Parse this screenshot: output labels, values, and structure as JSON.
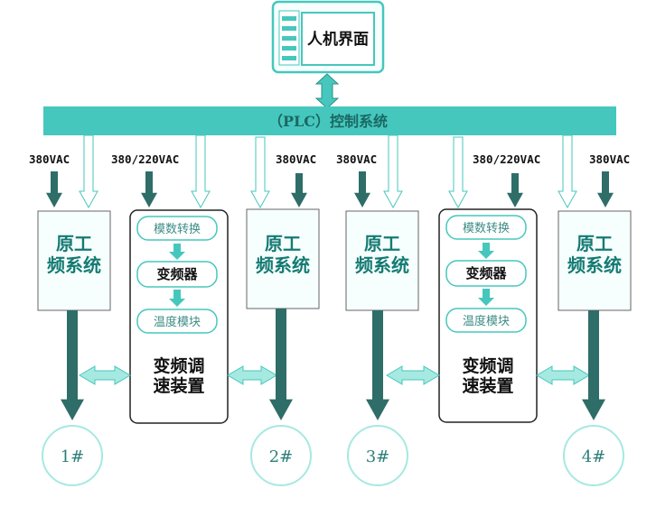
{
  "hmi": {
    "label": "人机界面"
  },
  "plc": {
    "label": "（PLC）控制系统"
  },
  "voltages": {
    "v380": "380VAC",
    "v380_220": "380/220VAC"
  },
  "power_boxes": [
    {
      "line1": "原工",
      "line2": "频系统"
    },
    {
      "line1": "原工",
      "line2": "频系统"
    },
    {
      "line1": "原工",
      "line2": "频系统"
    },
    {
      "line1": "原工",
      "line2": "频系统"
    }
  ],
  "vfd_units": [
    {
      "module_ad": "模数转换",
      "module_inverter": "变频器",
      "module_temp": "温度模块",
      "title_line1": "变频调",
      "title_line2": "速装置"
    },
    {
      "module_ad": "模数转换",
      "module_inverter": "变频器",
      "module_temp": "温度模块",
      "title_line1": "变频调",
      "title_line2": "速装置"
    }
  ],
  "motors": [
    "1#",
    "2#",
    "3#",
    "4#"
  ],
  "colors": {
    "teal": "#46c7bd",
    "teal_light": "#a6e9e1",
    "teal_dark": "#2f6d69",
    "box_fill": "#f6fffd",
    "text_teal": "#157a73"
  }
}
